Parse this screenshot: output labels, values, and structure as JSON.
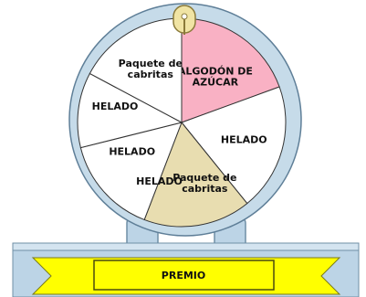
{
  "wheel": {
    "sectors": [
      {
        "lines": [
          "ALGODÓN DE",
          "AZÚCAR"
        ],
        "color": "#f9b1c4"
      },
      {
        "lines": [
          "HELADO"
        ],
        "color": "#ffffff"
      },
      {
        "lines": [
          "Paquete de",
          "cabritas"
        ],
        "color": "#e8ddb0"
      },
      {
        "lines": [
          "HELADO"
        ],
        "color": "#ffffff"
      },
      {
        "lines": [
          "HELADO"
        ],
        "color": "#ffffff"
      },
      {
        "lines": [
          "HELADO"
        ],
        "color": "#ffffff"
      },
      {
        "lines": [
          "Paquete de",
          "cabritas"
        ],
        "color": "#e8ddb0"
      }
    ],
    "rim_color": "#c6dbe9",
    "pointer_color": "#f0e4a4"
  },
  "base": {
    "prize_label": "PREMIO",
    "banner_color": "#ffff00",
    "base_color": "#bcd4e6"
  }
}
